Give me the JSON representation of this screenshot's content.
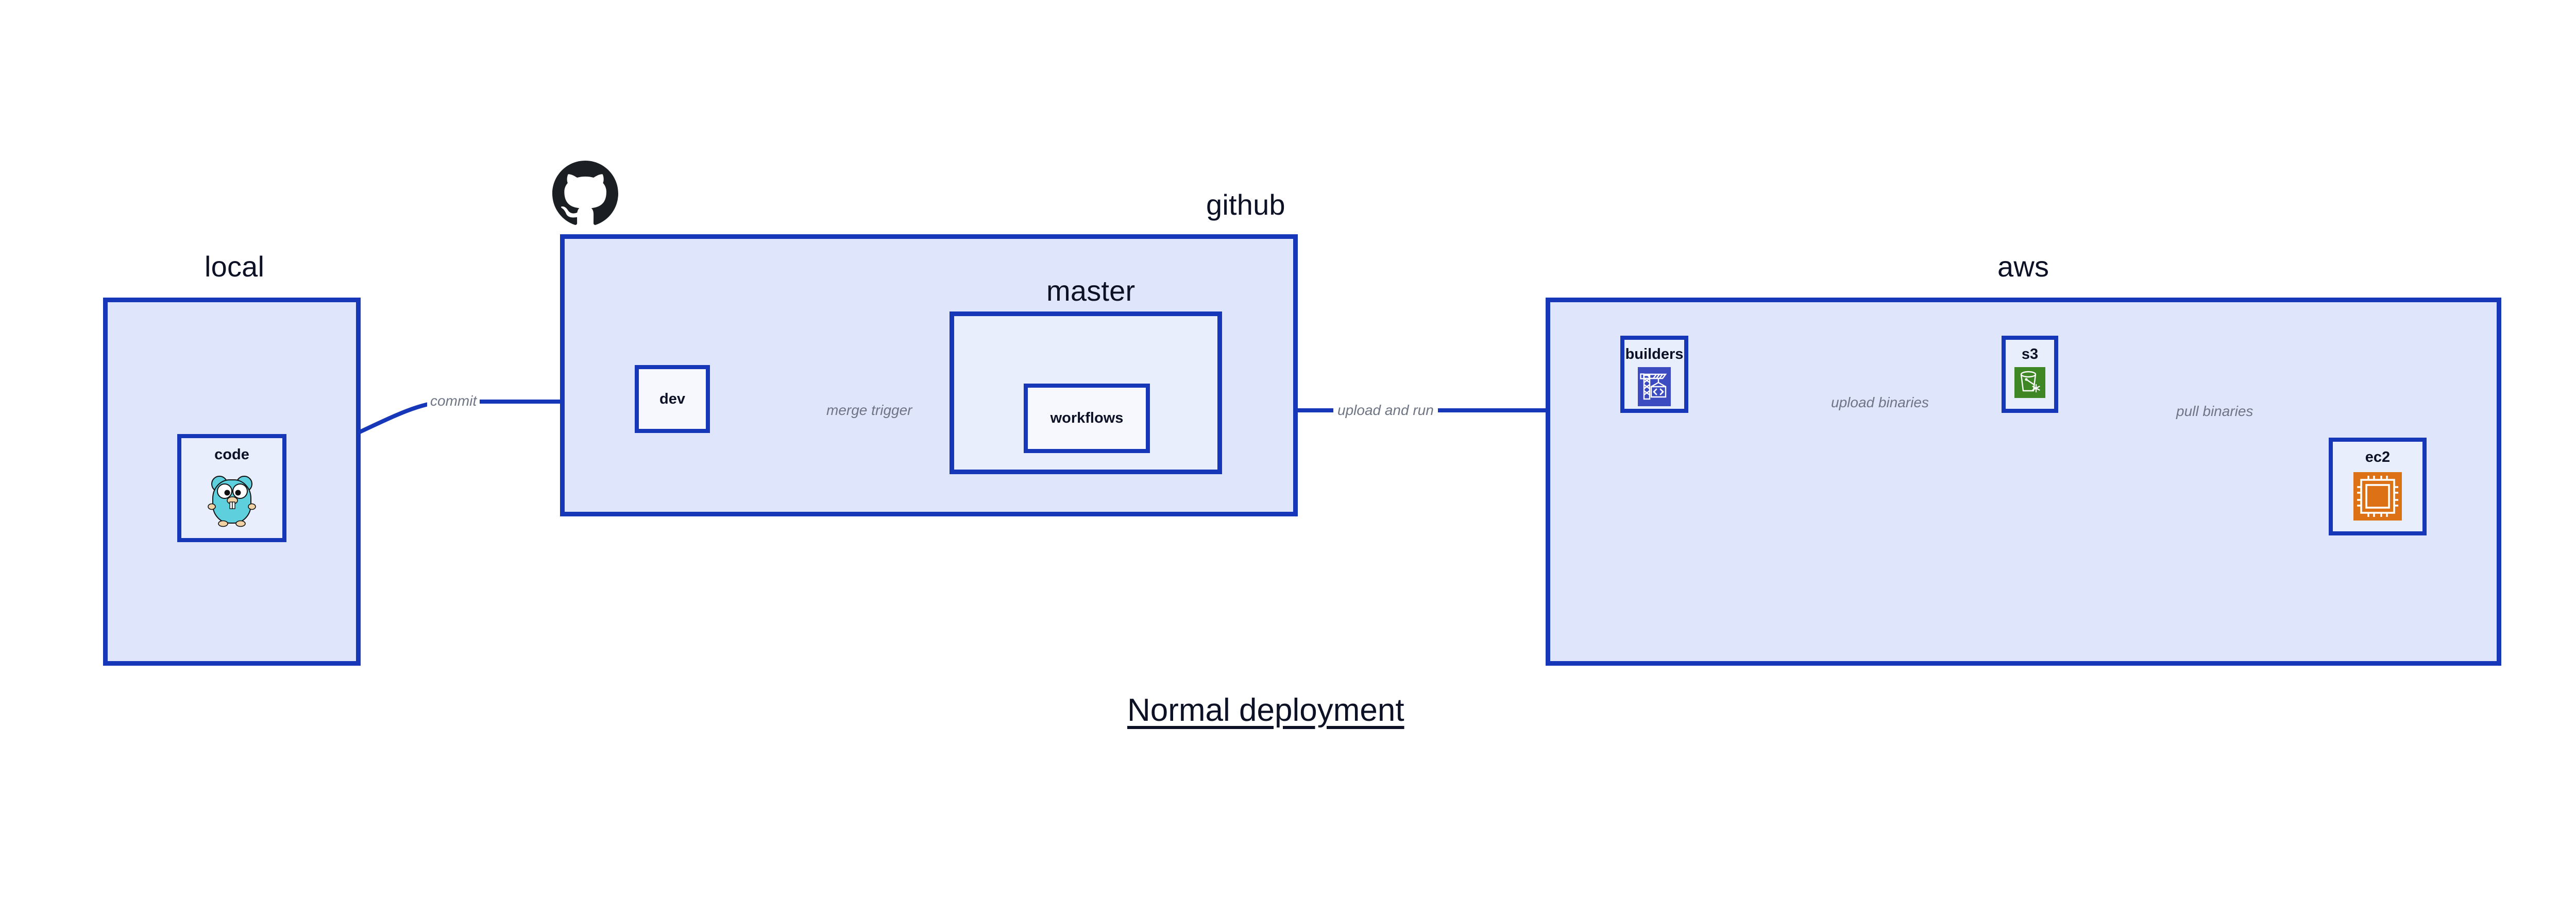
{
  "diagram": {
    "title": "Normal deployment",
    "colors": {
      "group_fill": "#dfe5fa",
      "group_border": "#1637b8",
      "node_fill": "#e9eefc",
      "node_fill_light": "#f6f8fe",
      "edge_stroke": "#1637b8",
      "edge_label_text": "#6f7585",
      "title_text": "#0c1126",
      "github_logo": "#1b1f23",
      "gopher_body": "#5ecfdd",
      "builders_icon_bg": "#3c4bc0",
      "s3_icon_bg": "#3f8624",
      "ec2_icon_bg": "#dd7116"
    }
  },
  "groups": [
    {
      "id": "local",
      "label": "local"
    },
    {
      "id": "github",
      "label": "github"
    },
    {
      "id": "aws",
      "label": "aws"
    }
  ],
  "subgroups": [
    {
      "id": "master",
      "label": "master",
      "parent": "github"
    }
  ],
  "nodes": [
    {
      "id": "code",
      "label": "code",
      "group": "local",
      "icon": "go-gopher-icon"
    },
    {
      "id": "dev",
      "label": "dev",
      "group": "github",
      "icon": "none"
    },
    {
      "id": "workflows",
      "label": "workflows",
      "group": "master",
      "icon": "none"
    },
    {
      "id": "builders",
      "label": "builders",
      "group": "aws",
      "icon": "aws-builders-crane-icon"
    },
    {
      "id": "s3",
      "label": "s3",
      "group": "aws",
      "icon": "aws-s3-bucket-icon"
    },
    {
      "id": "ec2",
      "label": "ec2",
      "group": "aws",
      "icon": "aws-ec2-chip-icon"
    }
  ],
  "edges": [
    {
      "id": "commit",
      "label": "commit",
      "from": "code",
      "to": "dev"
    },
    {
      "id": "merge-trigger",
      "label": "merge trigger",
      "from": "dev",
      "to": "workflows"
    },
    {
      "id": "upload-and-run",
      "label": "upload and run",
      "from": "workflows",
      "to": "builders"
    },
    {
      "id": "upload-binaries",
      "label": "upload binaries",
      "from": "builders",
      "to": "s3"
    },
    {
      "id": "pull-binaries",
      "label": "pull binaries",
      "from": "s3",
      "to": "ec2"
    }
  ],
  "logos": [
    {
      "id": "github-logo",
      "name": "github-octocat-icon",
      "attached_to": "github"
    }
  ]
}
